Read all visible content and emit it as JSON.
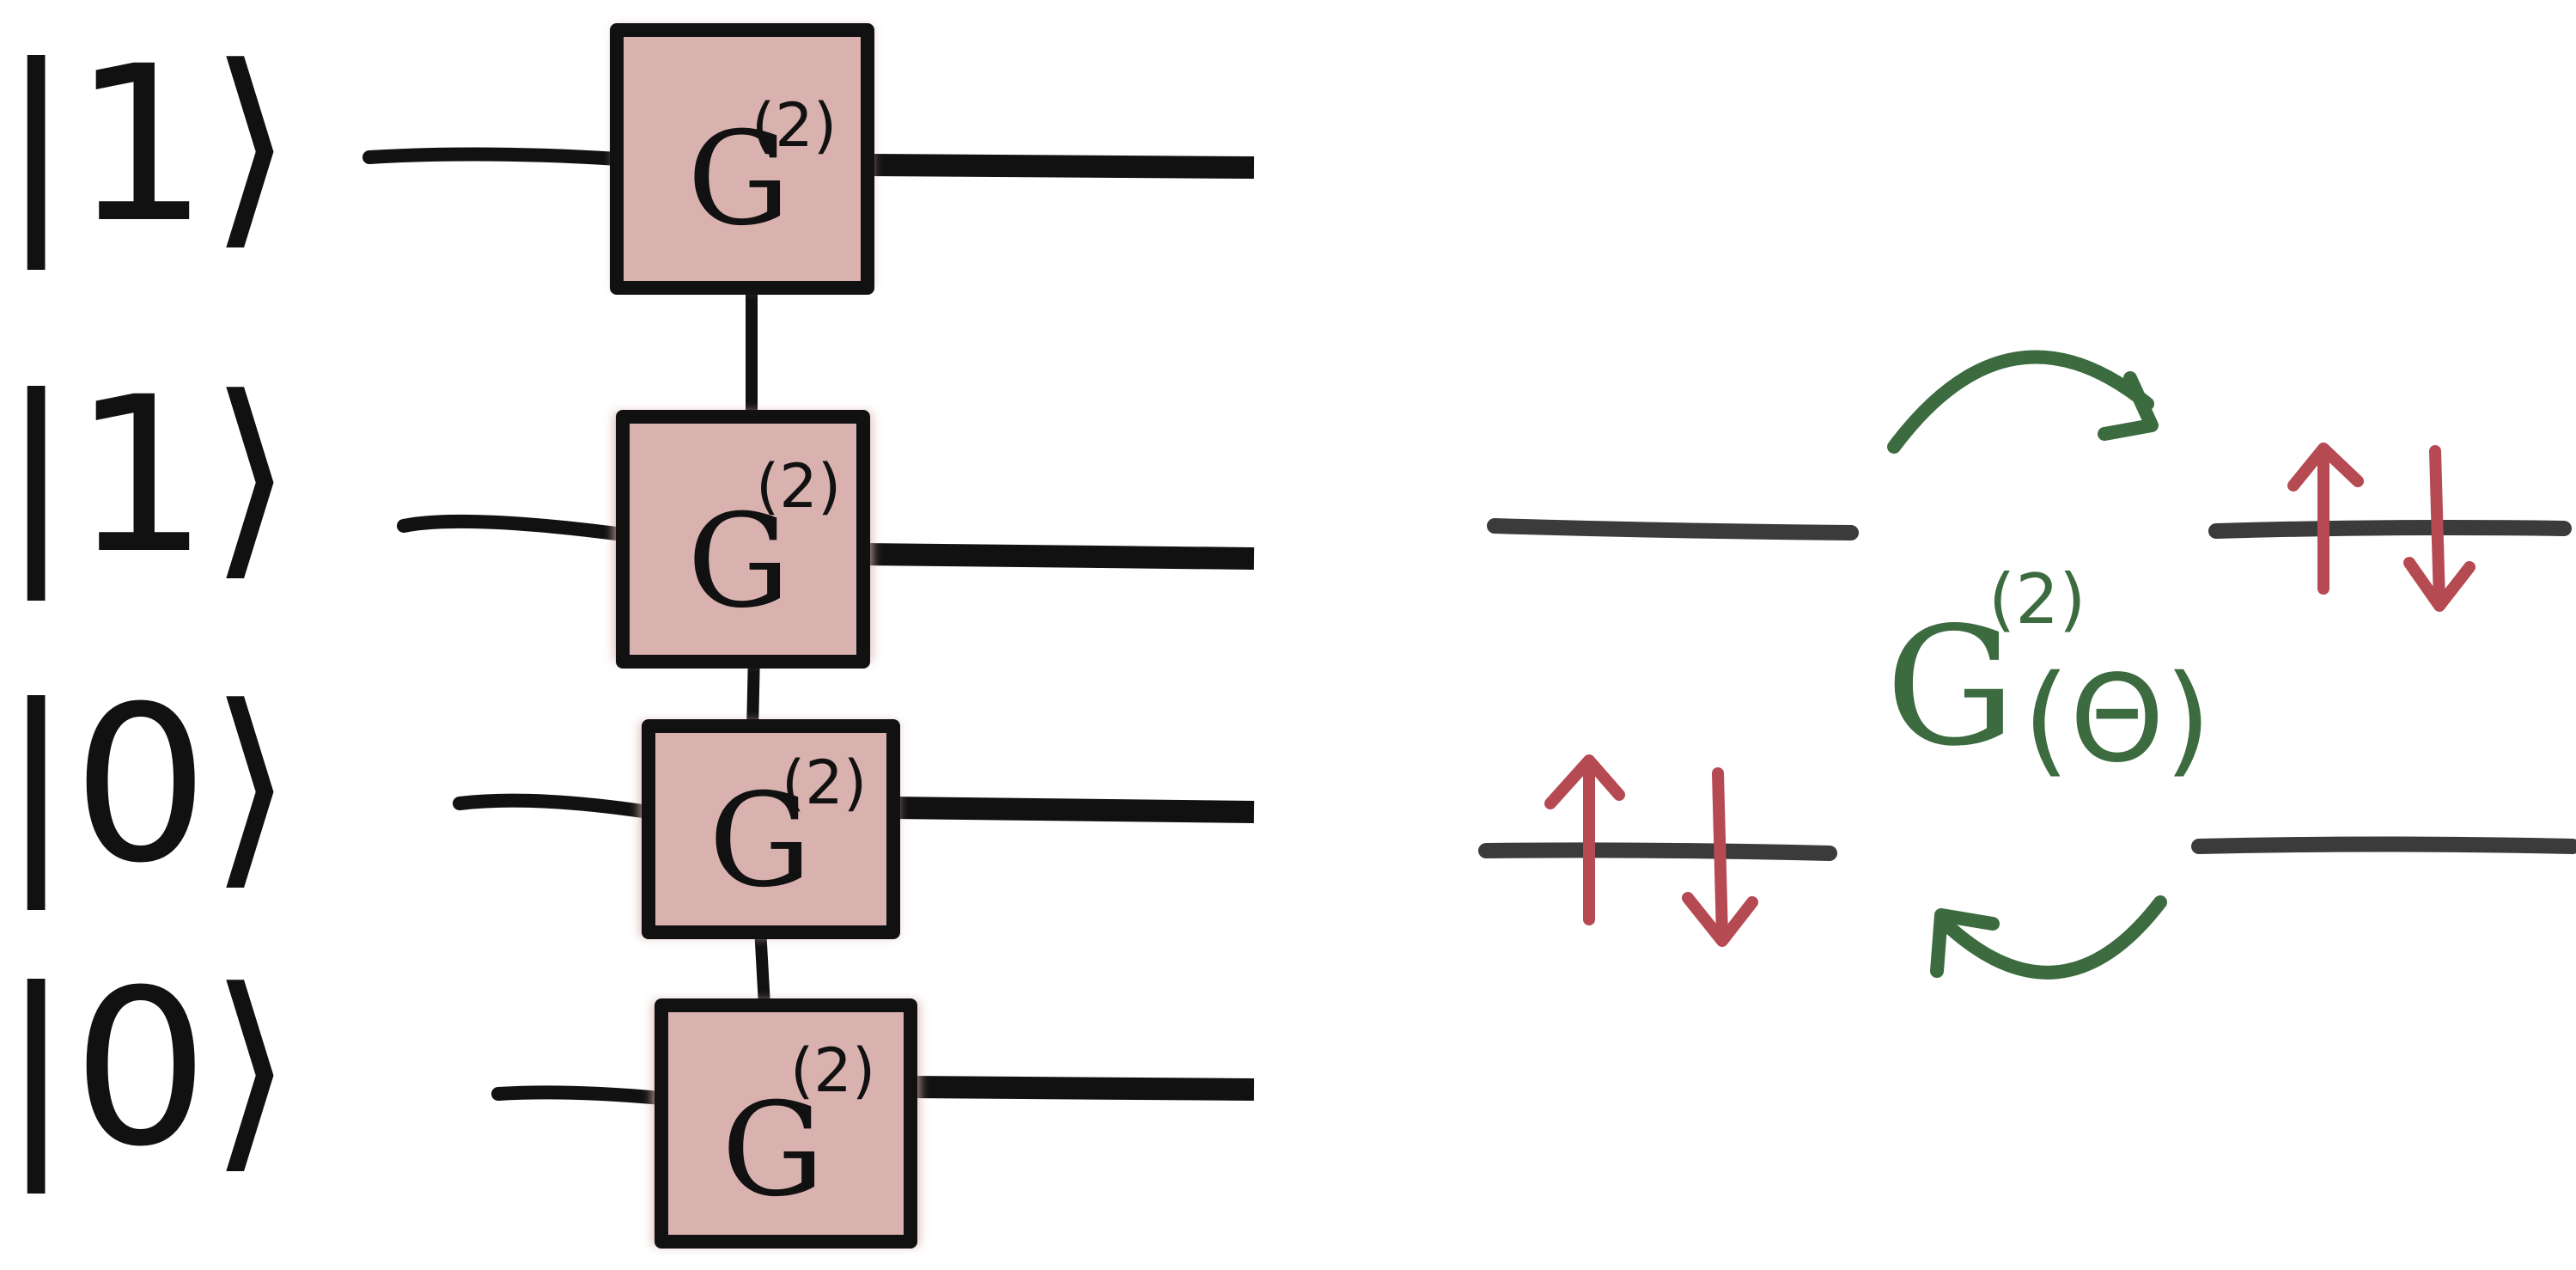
{
  "colors": {
    "ink": "#111111",
    "gate_fill": "#d9b2b0",
    "gate_border": "#111111",
    "spin_arrow": "#b64a52",
    "excitation": "#3d6b40",
    "level_line": "#3b3b3b"
  },
  "circuit": {
    "qubits": [
      {
        "ket": "|1⟩",
        "gate": {
          "symbol": "G",
          "superscript": "(2)"
        }
      },
      {
        "ket": "|1⟩",
        "gate": {
          "symbol": "G",
          "superscript": "(2)"
        }
      },
      {
        "ket": "|0⟩",
        "gate": {
          "symbol": "G",
          "superscript": "(2)"
        }
      },
      {
        "ket": "|0⟩",
        "gate": {
          "symbol": "G",
          "superscript": "(2)"
        }
      }
    ]
  },
  "orbital_diagram": {
    "operator_symbol": "G",
    "operator_superscript": "(2)",
    "operator_argument": "(Θ)",
    "left_levels": {
      "upper_occupied": false,
      "lower_occupied": true
    },
    "right_levels": {
      "upper_occupied": true,
      "lower_occupied": false
    },
    "arrow_icons": [
      "spin-up-icon",
      "spin-down-icon",
      "curved-arrow-icon"
    ]
  }
}
